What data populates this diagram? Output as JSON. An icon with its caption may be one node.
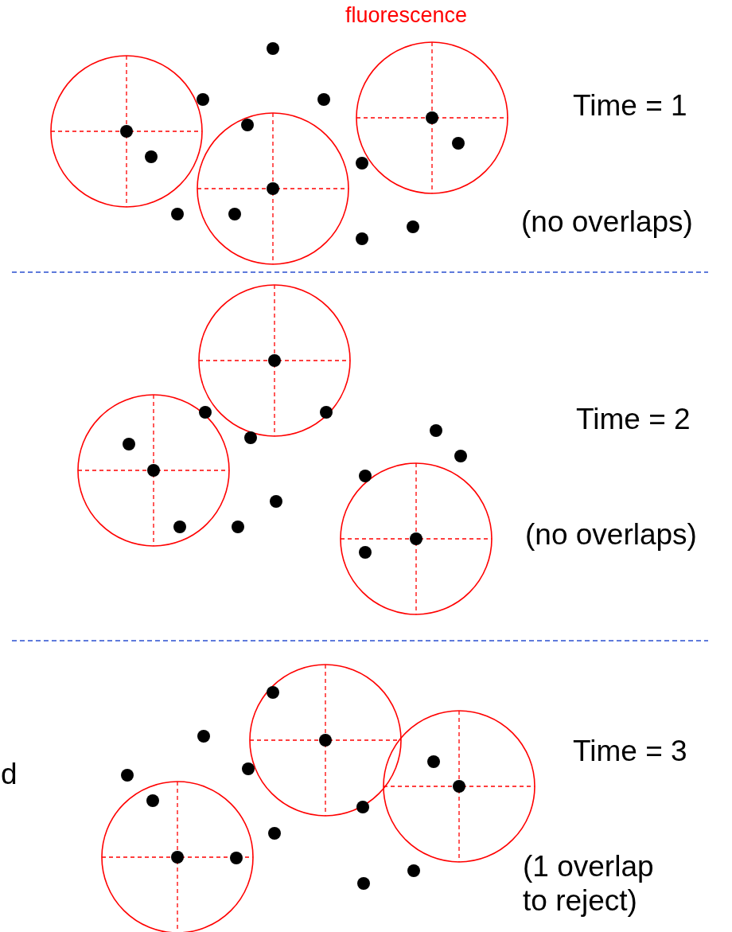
{
  "diagram": {
    "labels": [
      "fluorescence",
      "Time = 1",
      "(no overlaps)",
      "Time = 2",
      "(no overlaps)",
      "d",
      "Time = 3",
      "(1 overlap to reject)"
    ]
  }
}
